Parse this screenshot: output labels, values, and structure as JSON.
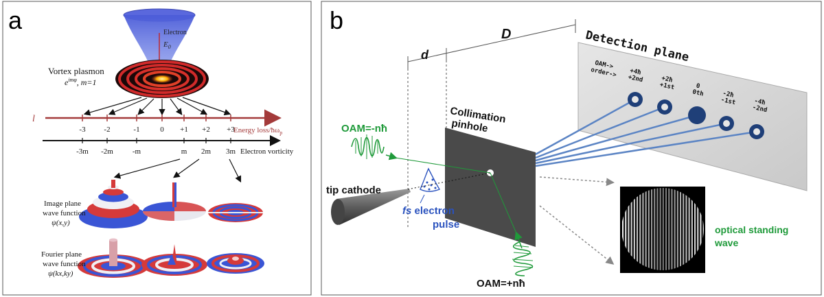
{
  "panel_a": {
    "letter": "a",
    "cone": {
      "label": "Electron",
      "energy_base": "E",
      "energy_sub": "0"
    },
    "vortex": {
      "title": "Vortex plasmon",
      "phase_base": "e",
      "phase_sup": "imφ",
      "m_label": ", m=1"
    },
    "axis_l": {
      "symbol": "l",
      "label": "Energy loss/ħω",
      "label_sub": "p"
    },
    "energy_ticks": [
      "-3",
      "-2",
      "-1",
      "0",
      "+1",
      "+2",
      "+3"
    ],
    "vorticity_ticks": [
      "-3m",
      "-2m",
      "-m",
      "m",
      "2m",
      "3m"
    ],
    "vorticity_label": "Electron vorticity",
    "image_plane": {
      "line1": "Image plane",
      "line2": "wave function",
      "line3": "ψ(x,y)"
    },
    "fourier_plane": {
      "line1": "Fourier plane",
      "line2": "wave function",
      "line3": "ψ(kx,ky)"
    }
  },
  "panel_b": {
    "letter": "b",
    "dist_d": "d",
    "dist_D": "D",
    "detection_title": "Detection plane",
    "oam_header": "OAM->",
    "order_header": "order->",
    "columns": [
      {
        "oam": "+4ħ",
        "order": "+2nd"
      },
      {
        "oam": "+2ħ",
        "order": "+1st"
      },
      {
        "oam": "0",
        "order": "0th"
      },
      {
        "oam": "-2ħ",
        "order": "-1st"
      },
      {
        "oam": "-4ħ",
        "order": "-2nd"
      }
    ],
    "pinhole_line1": "Collimation",
    "pinhole_line2": "pinhole",
    "oam_in": "OAM=-nħ",
    "oam_out": "OAM=+nħ",
    "cathode": "tip cathode",
    "pulse_fs": "fs",
    "pulse_word1": "electron",
    "pulse_word2": "pulse",
    "standing_line1": "optical standing",
    "standing_line2": "wave"
  },
  "colors": {
    "red": "#c0282e",
    "blue": "#2a52be",
    "beam_blue": "#5b84c4",
    "green": "#1f9a3a",
    "dark_red_axis": "#a33a3a",
    "pinhole_gray": "#4a4a4a"
  }
}
